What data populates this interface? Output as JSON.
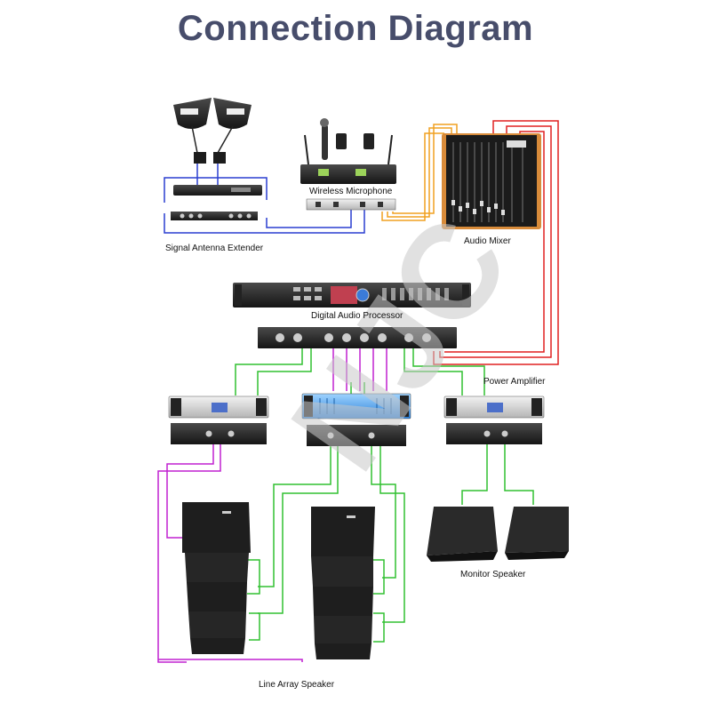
{
  "title": "Connection Diagram",
  "labels": {
    "wireless_microphone": "Wireless Microphone",
    "signal_antenna_extender": "Signal Antenna Extender",
    "audio_mixer": "Audio Mixer",
    "digital_audio_processor": "Digital Audio Processor",
    "power_amplifier": "Power Amplifier",
    "monitor_speaker": "Monitor Speaker",
    "line_array_speaker": "Line Array Speaker"
  },
  "watermark": "NJC",
  "colors": {
    "title": "#474d6b",
    "signal_blue": "#2a3fd0",
    "mixer_orange": "#f0a020",
    "return_red": "#e02020",
    "processor_purple": "#c020d0",
    "speaker_green": "#30c030"
  }
}
